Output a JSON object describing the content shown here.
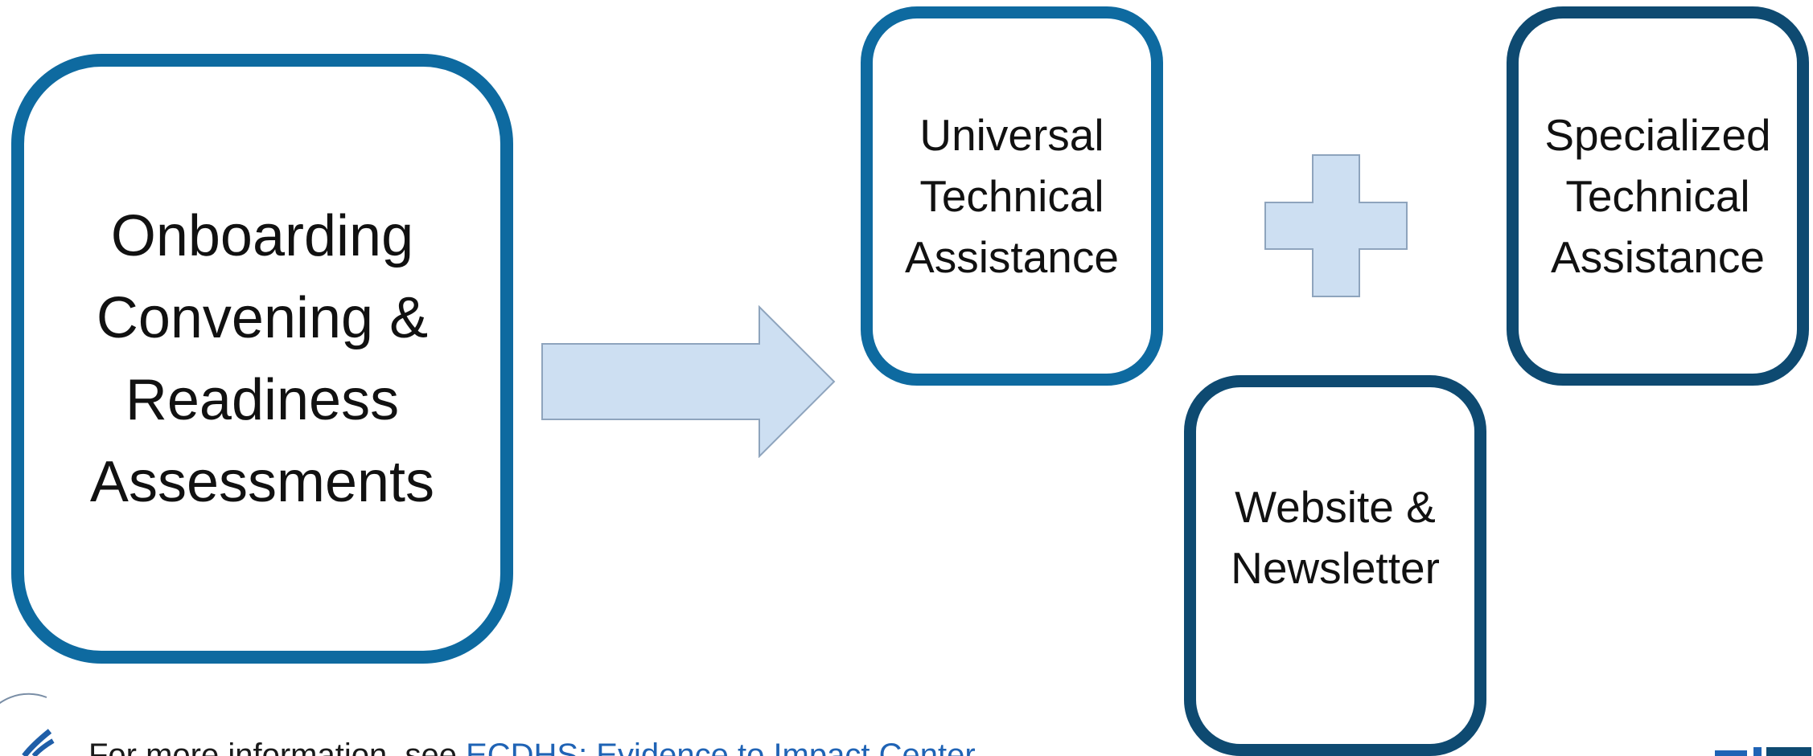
{
  "diagram": {
    "boxes": {
      "onboarding": "Onboarding\nConvening &\nReadiness\nAssessments",
      "universal": "Universal\nTechnical\nAssistance",
      "specialized": "Specialized\nTechnical\nAssistance",
      "website": "Website &\nNewsletter"
    },
    "connectors": [
      "right-arrow-icon",
      "plus-icon"
    ]
  },
  "footer": {
    "prefix": "For more information, see ",
    "link": "ECDHS: Evidence to Impact Center"
  },
  "colors": {
    "box_border_blue": "#0e6aa0",
    "box_border_dark": "#0e4a71",
    "arrow_fill": "#cddff2",
    "arrow_stroke": "#8ea4bd",
    "link_color": "#1f63b5"
  }
}
